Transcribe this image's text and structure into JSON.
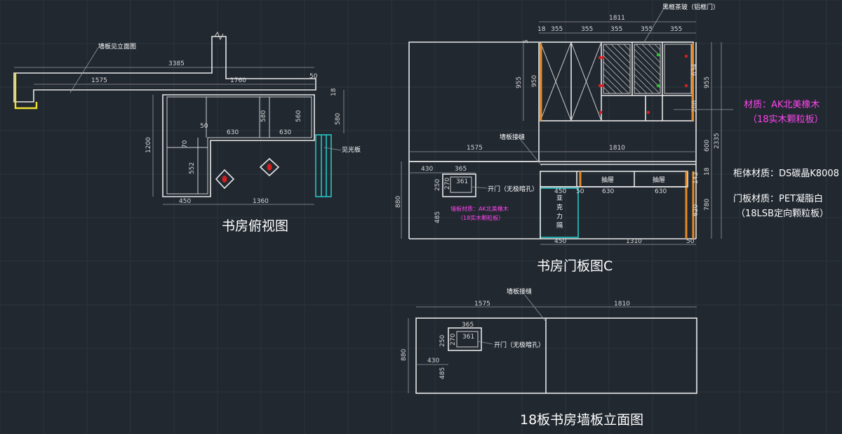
{
  "colors": {
    "background": "#212830",
    "line": "#e8e8e8",
    "dimension": "#9a9a9a",
    "magenta": "#ff44ee",
    "cyan": "#24c6c6",
    "orange": "#e58a24",
    "yellow": "#f0e030",
    "red": "#d02020",
    "green": "#30c030"
  },
  "views": {
    "top": {
      "title": "书房俯视图",
      "wall_panel_note": "墙板见立面图",
      "side_panel_note": "见光板",
      "dims": {
        "d3385": "3385",
        "d1575": "1575",
        "d1760": "1760",
        "d50": "50",
        "d18": "18",
        "d580": "580",
        "d560": "560",
        "d630a": "630",
        "d630b": "630",
        "d580b": "580",
        "d50b": "50",
        "d70": "70",
        "d1200": "1200",
        "d552": "552",
        "d450": "450",
        "d1360": "1360"
      }
    },
    "door": {
      "title": "书房门板图C",
      "glass_note": "黑框茶玻（铝框门）",
      "wall_joint_note": "墙板接缝",
      "open_door_note": "开门（无极暗孔）",
      "wall_material_note": "墙板材质：AK北美橡木",
      "wall_material_sub": "（18实木颗粒板）",
      "acrylic_label": [
        "亚",
        "克",
        "力",
        "隔"
      ],
      "drawer_label_1": "抽屉",
      "drawer_label_2": "抽屉",
      "dims": {
        "w1811": "1811",
        "c18": "18",
        "c355a": "355",
        "c355b": "355",
        "c355c": "355",
        "c355d": "355",
        "c355e": "355",
        "c5": "5",
        "h955l": "955",
        "h950": "950",
        "h634": "634",
        "h208": "208",
        "h955r": "955",
        "h600": "600",
        "h2335": "2335",
        "h18r": "18",
        "w1575": "1575",
        "w1810": "1810",
        "w430": "430",
        "w365": "365",
        "w361": "361",
        "h250": "250",
        "h270": "270",
        "h485": "485",
        "h880": "880",
        "b450": "450",
        "b50": "50",
        "b630a": "630",
        "b630b": "630",
        "h142": "142",
        "h620": "620",
        "h780": "780",
        "bb450": "450",
        "bb1310": "1310",
        "bb50": "50"
      }
    },
    "wall": {
      "title": "18板书房墙板立面图",
      "wall_joint_note": "墙板接缝",
      "open_door_note": "开门（无极暗孔）",
      "dims": {
        "w1575": "1575",
        "w1810": "1810",
        "w365": "365",
        "w361": "361",
        "h250": "250",
        "h270": "270",
        "w430": "430",
        "h485": "485",
        "h880": "880"
      }
    }
  },
  "materials": {
    "line1": "材质：AK北美橡木",
    "line2": "（18实木颗粒板）",
    "cabinet": "柜体材质：DS碳晶K8008",
    "door": "门板材质：PET凝脂白",
    "door_sub": "（18LSB定向颗粒板）"
  }
}
